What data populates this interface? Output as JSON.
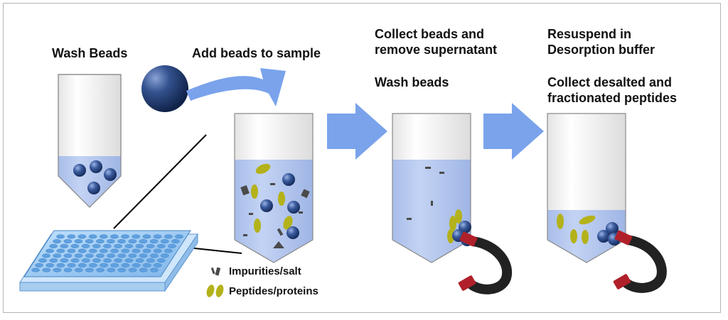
{
  "steps": {
    "wash_beads": "Wash Beads",
    "add_beads": "Add beads to sample",
    "collect_line1": "Collect beads and",
    "collect_line2": "remove supernatant",
    "wash_beads_2": "Wash beads",
    "resuspend_line1": "Resuspend in",
    "resuspend_line2": "Desorption buffer",
    "collect_desalted_line1": "Collect desalted and",
    "collect_desalted_line2": "fractionated peptides"
  },
  "legend": {
    "impurities": "Impurities/salt",
    "peptides": "Peptides/proteins"
  },
  "colors": {
    "liquid": "#b7c9ef",
    "bead": "#2c4a86",
    "arrow": "#7aa3ec",
    "peptide": "#b4b21a",
    "impurity": "#4a4a4a",
    "magnet_body": "#222222",
    "magnet_pole": "#b0202a",
    "plate": "#8fc0ee"
  },
  "icons": {
    "bead": "bead-icon",
    "magnet": "magnet-icon",
    "arrow": "arrow-icon",
    "plate": "well-plate-icon"
  }
}
